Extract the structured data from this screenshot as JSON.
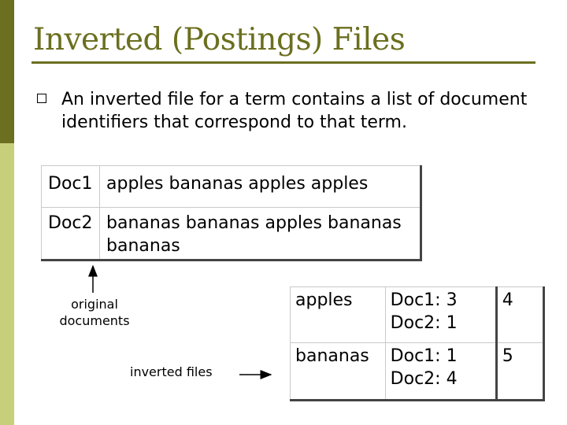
{
  "slide": {
    "title": "Inverted (Postings) Files",
    "bullet_text": "An inverted file for a term contains a list of document identifiers that correspond to that term."
  },
  "documents": [
    {
      "label": "Doc1",
      "text": "apples bananas apples apples"
    },
    {
      "label": "Doc2",
      "text": "bananas bananas apples bananas bananas"
    }
  ],
  "annotations": {
    "original_documents": "original documents",
    "inverted_files": "inverted files"
  },
  "inverted_index": [
    {
      "term": "apples",
      "postings": [
        {
          "doc": "Doc1:",
          "count": "3"
        },
        {
          "doc": "Doc2:",
          "count": "1"
        }
      ],
      "total": "4"
    },
    {
      "term": "bananas",
      "postings": [
        {
          "doc": "Doc1:",
          "count": "1"
        },
        {
          "doc": "Doc2:",
          "count": "4"
        }
      ],
      "total": "5"
    }
  ],
  "colors": {
    "accent": "#6b6f1f",
    "sidebar_light": "#c8cf7a"
  }
}
